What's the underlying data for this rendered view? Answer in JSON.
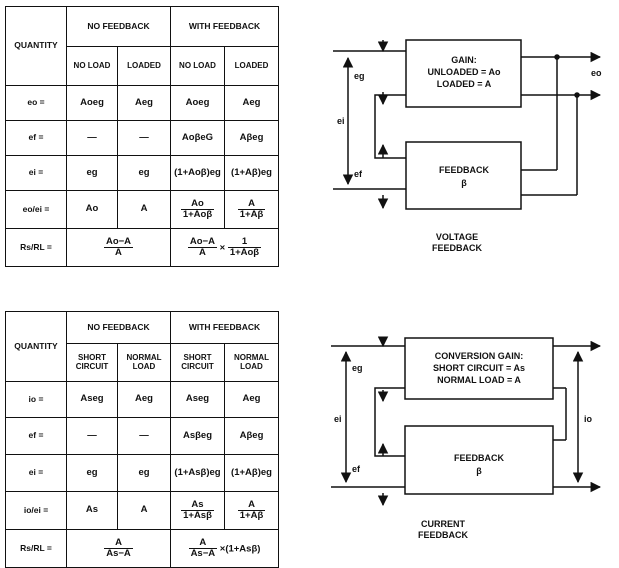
{
  "voltage_table": {
    "quantity_header": "QUANTITY",
    "no_feedback_header": "NO FEEDBACK",
    "with_feedback_header": "WITH FEEDBACK",
    "subheaders": [
      "NO LOAD",
      "LOADED",
      "NO LOAD",
      "LOADED"
    ],
    "rows": [
      {
        "label": "eo =",
        "cells": [
          "Aoeg",
          "Aeg",
          "Aoeg",
          "Aeg"
        ]
      },
      {
        "label": "ef =",
        "cells": [
          "—",
          "—",
          "AoβeG",
          "Aβeg"
        ]
      },
      {
        "label": "ei =",
        "cells": [
          "eg",
          "eg",
          "(1+Aoβ)eg",
          "(1+Aβ)eg"
        ]
      }
    ],
    "gain_row": {
      "label": "eo/ei =",
      "cells": [
        "Ao",
        "A"
      ],
      "fb_noload": {
        "num": "Ao",
        "den": "1+Aoβ"
      },
      "fb_loaded": {
        "num": "A",
        "den": "1+Aβ"
      }
    },
    "ratio_row": {
      "label": "Rs/RL =",
      "no_fb": {
        "num": "Ao−A",
        "den": "A"
      },
      "with_fb": {
        "num": "Ao−A",
        "den": "A",
        "times": "×",
        "num2": "1",
        "den2": "1+Aoβ"
      }
    }
  },
  "current_table": {
    "quantity_header": "QUANTITY",
    "no_feedback_header": "NO FEEDBACK",
    "with_feedback_header": "WITH FEEDBACK",
    "subheaders": [
      "SHORT CIRCUIT",
      "NORMAL LOAD",
      "SHORT CIRCUIT",
      "NORMAL LOAD"
    ],
    "rows": [
      {
        "label": "io =",
        "cells": [
          "Aseg",
          "Aeg",
          "Aseg",
          "Aeg"
        ]
      },
      {
        "label": "ef =",
        "cells": [
          "—",
          "—",
          "Asβeg",
          "Aβeg"
        ]
      },
      {
        "label": "ei =",
        "cells": [
          "eg",
          "eg",
          "(1+Asβ)eg",
          "(1+Aβ)eg"
        ]
      }
    ],
    "gain_row": {
      "label": "io/ei =",
      "cells": [
        "As",
        "A"
      ],
      "fb_short": {
        "num": "As",
        "den": "1+Asβ"
      },
      "fb_normal": {
        "num": "A",
        "den": "1+Aβ"
      }
    },
    "ratio_row": {
      "label": "Rs/RL =",
      "no_fb": {
        "num": "A",
        "den": "As−A"
      },
      "with_fb": {
        "num": "A",
        "den": "As−A",
        "times": "×(1+Asβ)"
      }
    }
  },
  "voltage_diagram": {
    "gain_line1": "GAIN:",
    "gain_line2": "UNLOADED = Ao",
    "gain_line3": "LOADED = A",
    "feedback_line1": "FEEDBACK",
    "feedback_line2": "β",
    "eg": "eg",
    "ef": "ef",
    "ei": "ei",
    "eo": "eo",
    "caption_line1": "VOLTAGE",
    "caption_line2": "FEEDBACK"
  },
  "current_diagram": {
    "gain_line1": "CONVERSION GAIN:",
    "gain_line2": "SHORT CIRCUIT = As",
    "gain_line3": "NORMAL LOAD = A",
    "feedback_line1": "FEEDBACK",
    "feedback_line2": "β",
    "eg": "eg",
    "ef": "ef",
    "ei": "ei",
    "io": "io",
    "caption_line1": "CURRENT",
    "caption_line2": "FEEDBACK"
  }
}
